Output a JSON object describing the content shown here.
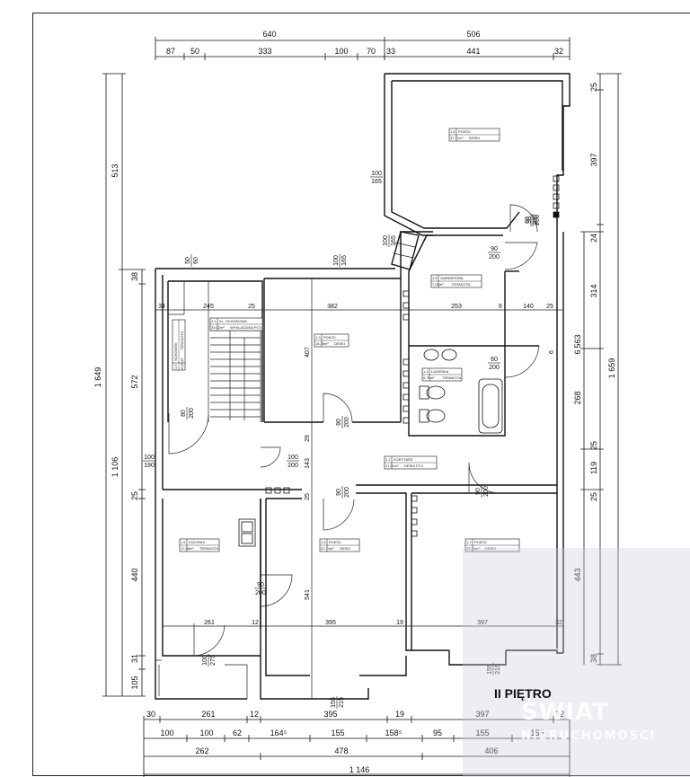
{
  "floor_label": "II PIĘTRO",
  "watermark": {
    "line1": "ŚWIAT",
    "line2": "NIERUCHOMOŚCI"
  },
  "top_dims": {
    "row1": [
      "640",
      "506"
    ],
    "row2": [
      "87",
      "50",
      "333",
      "100",
      "70",
      "33",
      "441",
      "32"
    ]
  },
  "bottom_dims": {
    "row1": [
      "30",
      "261",
      "12",
      "395",
      "19",
      "397",
      "32"
    ],
    "row2": [
      "100",
      "100",
      "62",
      "164⁵",
      "155",
      "158⁵",
      "95",
      "155",
      "156"
    ],
    "row3": [
      "262",
      "478",
      "406"
    ],
    "row4": [
      "1 146"
    ]
  },
  "left_dims": {
    "outer": "1 649",
    "middle": [
      "513",
      "1 106"
    ],
    "inner": [
      "38",
      "572",
      "25",
      "440",
      "31",
      "105"
    ]
  },
  "right_dims": {
    "outer": "1 659",
    "middle": [
      "563",
      "443"
    ],
    "inner": [
      "25",
      "397",
      "24",
      "314",
      "6",
      "268",
      "25",
      "119",
      "25",
      "38"
    ]
  },
  "interior_dims": {
    "row_upper": [
      "34",
      "245",
      "25",
      "382",
      "253",
      "6",
      "140",
      "25"
    ],
    "row_lower": [
      "261",
      "12",
      "395",
      "19",
      "397",
      "32"
    ],
    "verticals": [
      "407",
      "541",
      "29",
      "143",
      "25",
      "6"
    ]
  },
  "openings": [
    "50\n60",
    "100\n165",
    "100\n165",
    "90\n200",
    "100\n200",
    "80\n200",
    "100\n190",
    "90\n200",
    "90\n200",
    "90\n200",
    "90\n200",
    "60\n200",
    "90\n200",
    "100\n275",
    "155\n215",
    "155\n215",
    "100\n165",
    "90\n200"
  ],
  "rooms": {
    "staircase": {
      "num": "1.1",
      "name": "KL. SCHODOWA",
      "area": "33,02m²",
      "floor": "WYKŁADZINA PCV"
    },
    "storage": {
      "num": "1.9",
      "name": "SCHOWEK",
      "area": "6,81m²",
      "floor": "TERAKOTA"
    },
    "room3": {
      "num": "1.3",
      "name": "POKÓJ",
      "area": "15,39m²",
      "floor": "DESKI"
    },
    "room8": {
      "num": "1.8",
      "name": "POKÓJ",
      "area": "37,71m²",
      "floor": "DESKI"
    },
    "wardrobe": {
      "num": "1.5",
      "name": "GARDEROBA",
      "area": "7,03m²",
      "floor": "TERAKOTA"
    },
    "bath": {
      "num": "1.4",
      "name": "ŁAZIENKA",
      "area": "6,75m²",
      "floor": "TERAKOTA"
    },
    "corridor": {
      "num": "1.2",
      "name": "KORYTARZ",
      "area": "17,91m²",
      "floor": "DESKI PCV"
    },
    "kitchen": {
      "num": "1.6",
      "name": "KUCHNIA",
      "area": "17,06m²",
      "floor": "TERAKOTA"
    },
    "room6": {
      "num": "1.6",
      "name": "POKÓJ",
      "area": "22,74m²",
      "floor": "DESKI"
    },
    "room7": {
      "num": "1.7",
      "name": "POKÓJ",
      "area": "22,74m²",
      "floor": "DESKI"
    }
  }
}
